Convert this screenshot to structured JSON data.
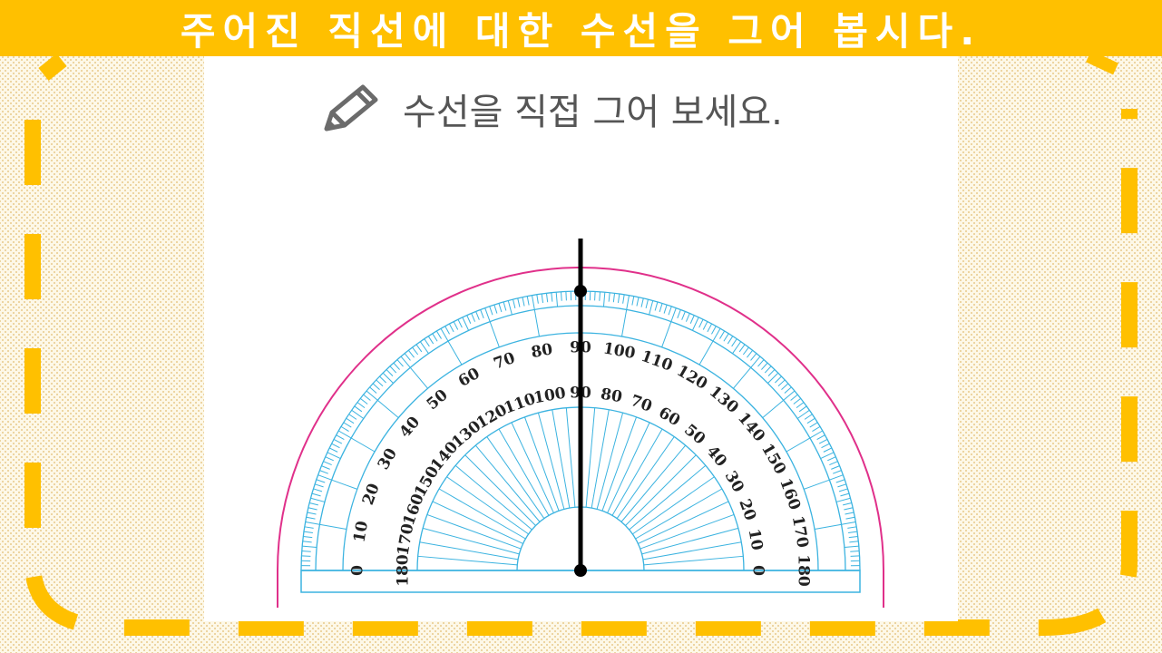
{
  "title": "주어진 직선에 대한 수선을 그어 봅시다.",
  "instruction": "수선을 직접 그어 보세요.",
  "icons": {
    "instruction": "pencil-icon"
  },
  "colors": {
    "title_bar": "#ffc000",
    "dash_frame": "#ffc000",
    "protractor_lines": "#3bb3e0",
    "outer_arc": "#e0308a",
    "perpendicular_line": "#000000"
  },
  "protractor": {
    "outer_scale_ccw": [
      "0",
      "10",
      "20",
      "30",
      "40",
      "50",
      "60",
      "70",
      "80",
      "90",
      "100",
      "110",
      "120",
      "130",
      "140",
      "150",
      "160",
      "170",
      "180"
    ],
    "inner_scale_ccw": [
      "180",
      "170",
      "160",
      "150",
      "140",
      "130",
      "120",
      "110",
      "100",
      "90",
      "80",
      "70",
      "60",
      "50",
      "40",
      "30",
      "20",
      "10",
      "0"
    ]
  }
}
